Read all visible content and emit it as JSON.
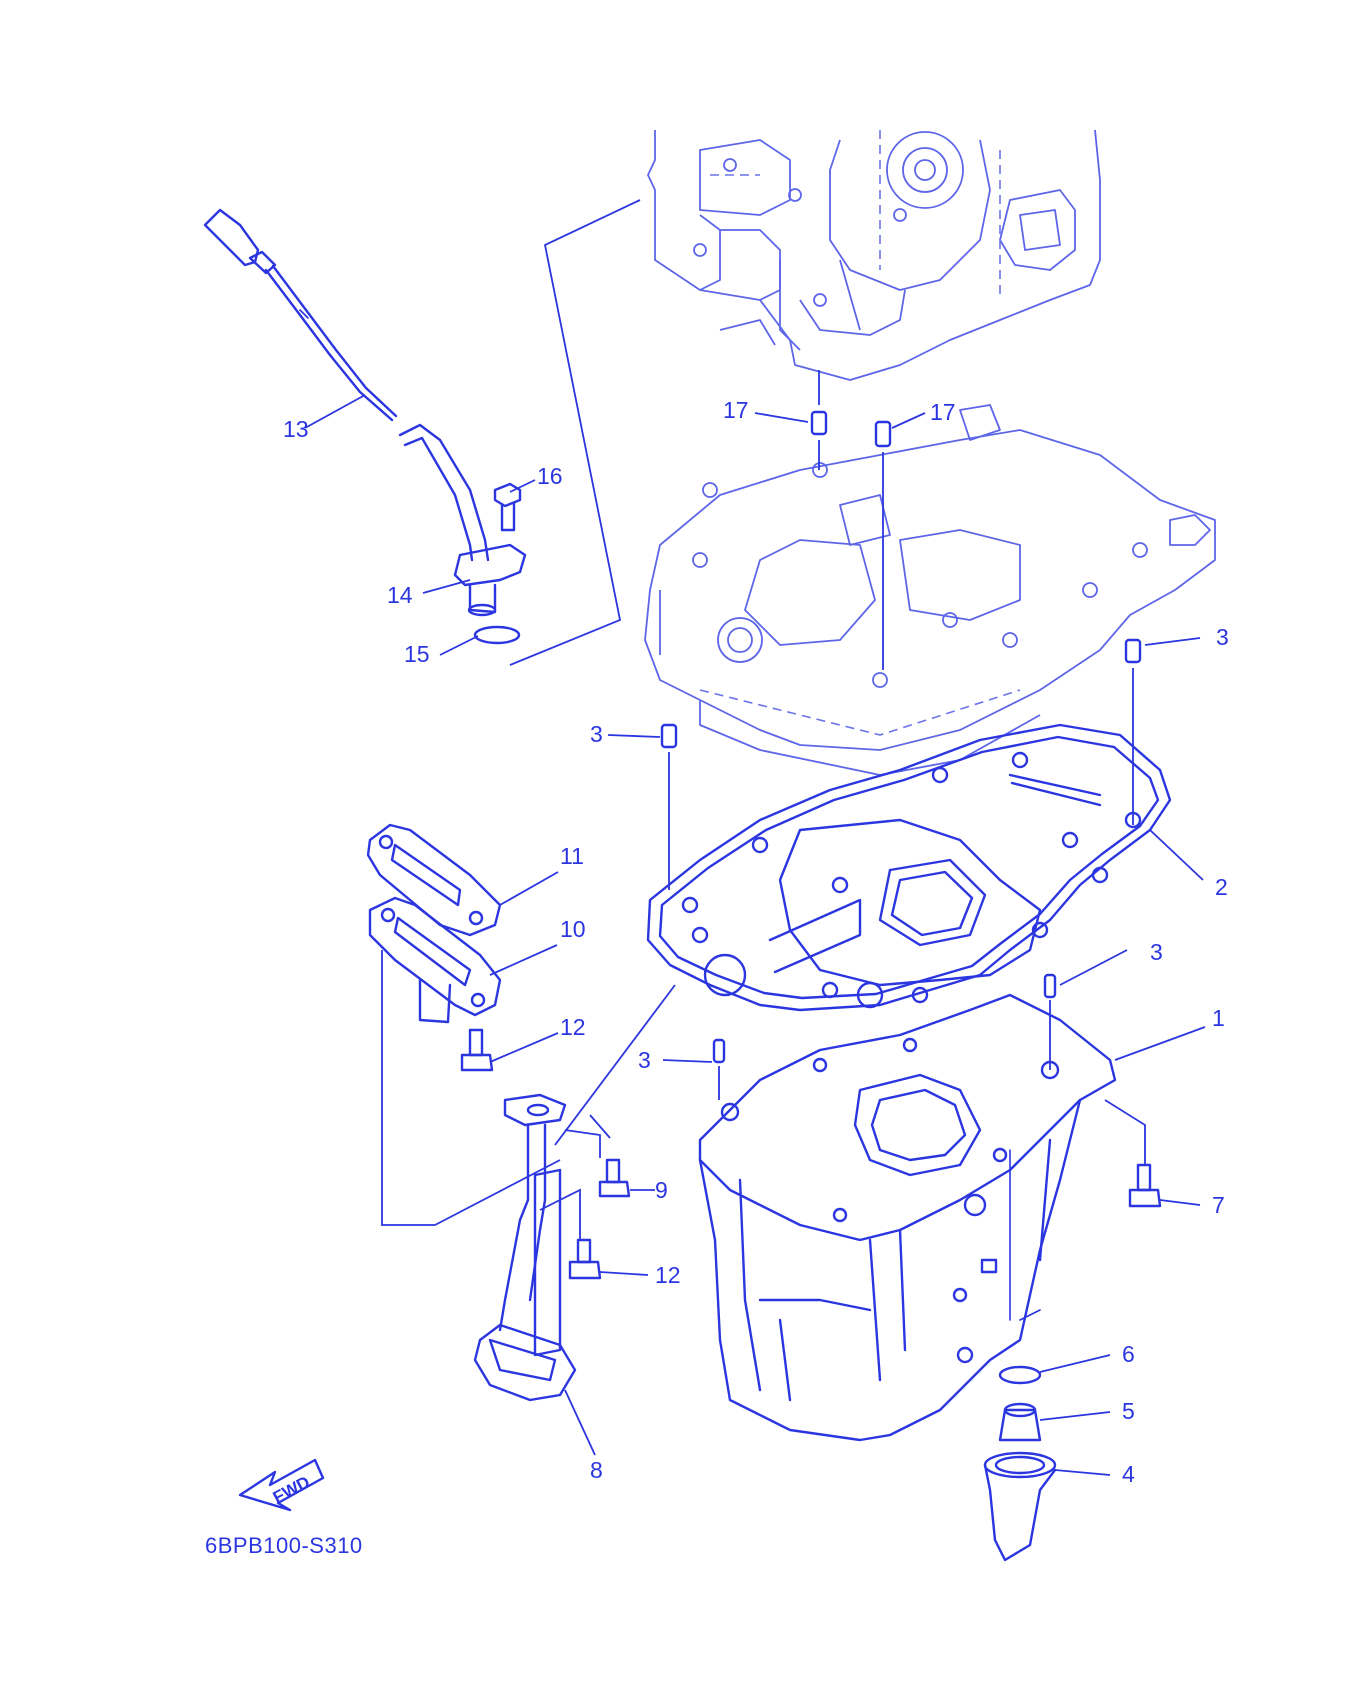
{
  "diagram": {
    "code": "6BPB100-S310",
    "fwd_label": "FWD",
    "ink_color": "#2b36e0",
    "callouts": [
      {
        "id": "c13",
        "text": "13"
      },
      {
        "id": "c16",
        "text": "16"
      },
      {
        "id": "c14",
        "text": "14"
      },
      {
        "id": "c15",
        "text": "15"
      },
      {
        "id": "c17a",
        "text": "17"
      },
      {
        "id": "c17b",
        "text": "17"
      },
      {
        "id": "c3a",
        "text": "3"
      },
      {
        "id": "c3b",
        "text": "3"
      },
      {
        "id": "c11",
        "text": "11"
      },
      {
        "id": "c2",
        "text": "2"
      },
      {
        "id": "c10",
        "text": "10"
      },
      {
        "id": "c3c",
        "text": "3"
      },
      {
        "id": "c12a",
        "text": "12"
      },
      {
        "id": "c1",
        "text": "1"
      },
      {
        "id": "c3d",
        "text": "3"
      },
      {
        "id": "c9",
        "text": "9"
      },
      {
        "id": "c7",
        "text": "7"
      },
      {
        "id": "c12b",
        "text": "12"
      },
      {
        "id": "c6",
        "text": "6"
      },
      {
        "id": "c5",
        "text": "5"
      },
      {
        "id": "c8",
        "text": "8"
      },
      {
        "id": "c4",
        "text": "4"
      }
    ]
  }
}
